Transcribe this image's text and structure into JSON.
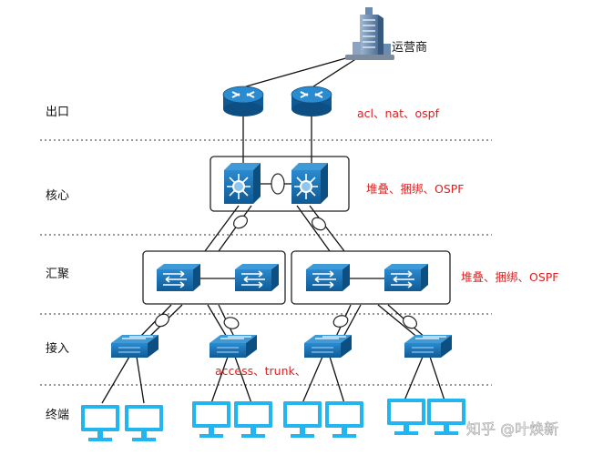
{
  "isp": {
    "label": "运营商"
  },
  "layers": {
    "exit": "出口",
    "core": "核心",
    "aggregation": "汇聚",
    "access": "接入",
    "terminal": "终端"
  },
  "notes": {
    "exit": "acl、nat、ospf",
    "core": "堆叠、捆绑、OSPF",
    "aggregation": "堆叠、捆绑、OSPF",
    "access": "access、trunk、"
  },
  "watermark": "知乎 @叶焕新",
  "colors": {
    "device_blue": "#1569a8",
    "monitor_blue": "#22b5ef",
    "note_red": "#e02020",
    "divider": "#333333"
  }
}
